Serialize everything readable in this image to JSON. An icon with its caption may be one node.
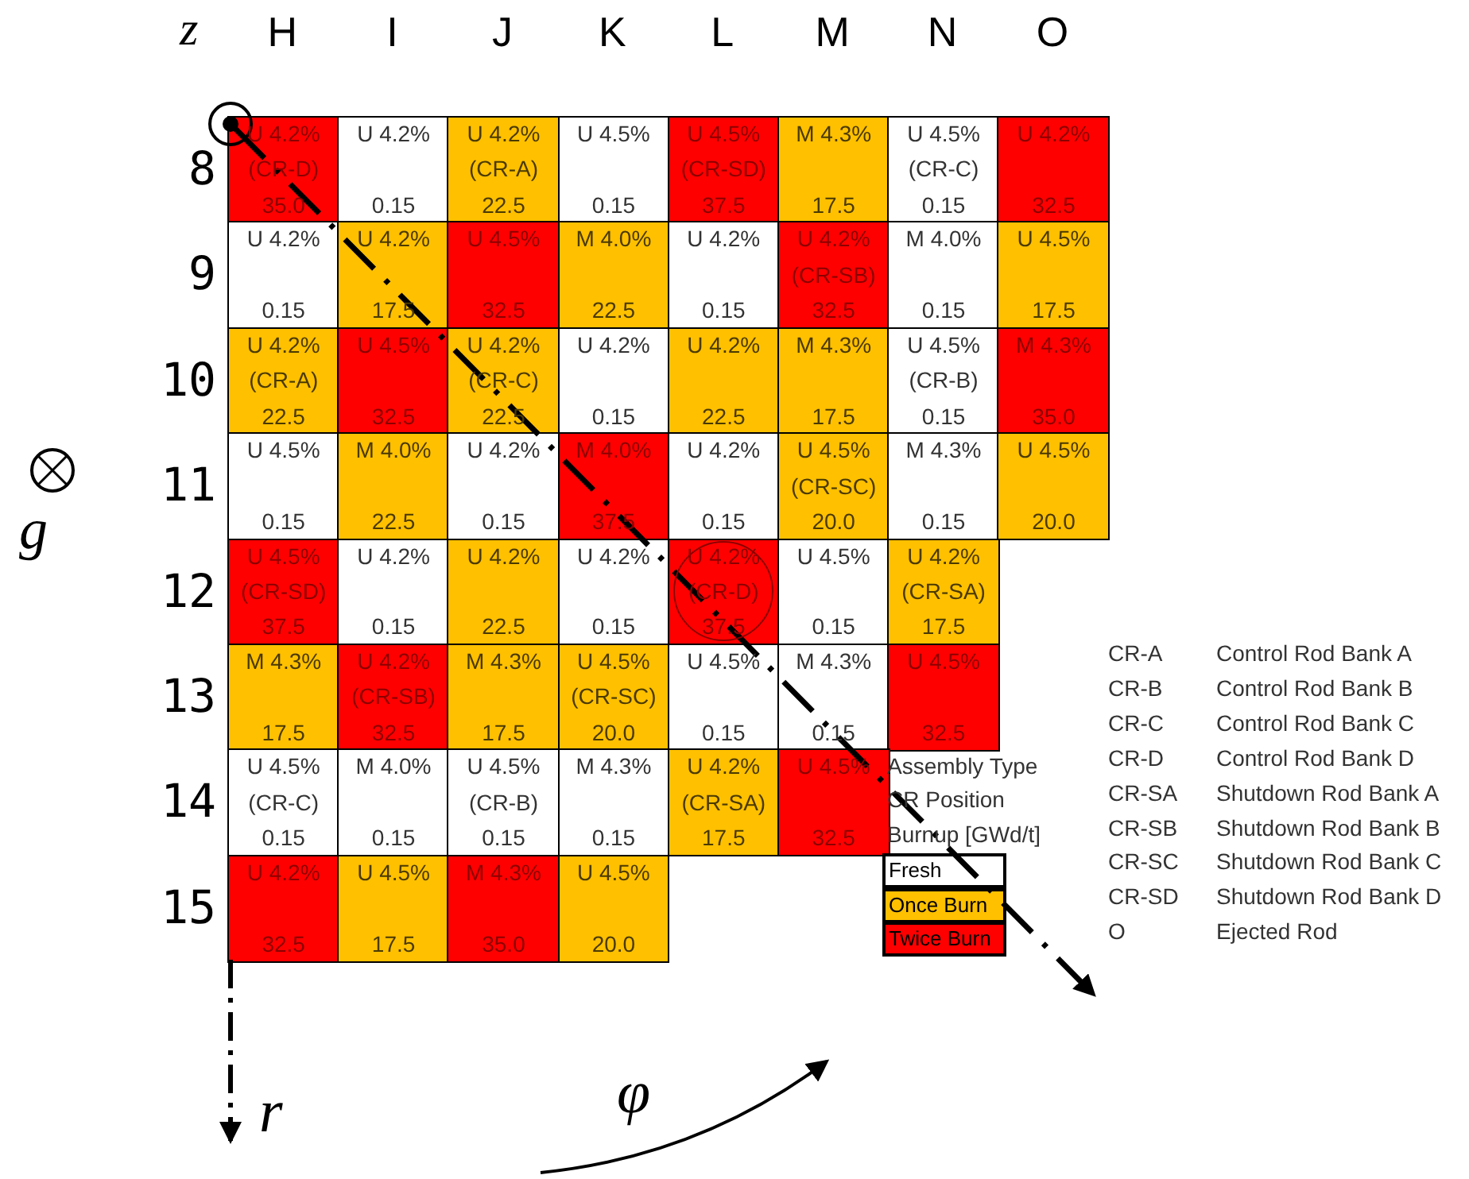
{
  "diagram": {
    "nodes": [
      {
        "text": [
          "U 4.2%",
          "(CR-D)",
          "35.0"
        ]
      },
      {
        "text": [
          "U 4.2%",
          "0.15"
        ]
      },
      {
        "text": [
          "U 4.2%",
          "(CR-A)",
          "22.5"
        ]
      },
      {
        "text": [
          "U 4.5%",
          "0.15"
        ]
      },
      {
        "text": [
          "U 4.5%",
          "(CR-SD)",
          "37.5"
        ]
      },
      {
        "text": [
          "M 4.3%",
          "17.5"
        ]
      },
      {
        "text": [
          "U 4.5%",
          "(CR-C)",
          "0.15"
        ]
      },
      {
        "text": [
          "U 4.2%",
          "32.5"
        ]
      },
      {
        "text": [
          "U 4.2%",
          "0.15"
        ]
      },
      {
        "text": [
          "U 4.2%",
          "17.5"
        ]
      },
      {
        "text": [
          "U 4.5%",
          "32.5"
        ]
      },
      {
        "text": [
          "M 4.0%",
          "22.5"
        ]
      },
      {
        "text": [
          "U 4.2%",
          "0.15"
        ]
      },
      {
        "text": [
          "U 4.2%",
          "(CR-SB)",
          "32.5"
        ]
      },
      {
        "text": [
          "M 4.0%",
          "0.15"
        ]
      },
      {
        "text": [
          "U 4.5%",
          "17.5"
        ]
      },
      {
        "text": [
          "U 4.2%",
          "(CR-A)",
          "22.5"
        ]
      },
      {
        "text": [
          "U 4.5%",
          "32.5"
        ]
      },
      {
        "text": [
          "U 4.2%",
          "(CR-C)",
          "22.5"
        ]
      },
      {
        "text": [
          "U 4.2%",
          "0.15"
        ]
      },
      {
        "text": [
          "U 4.2%",
          "22.5"
        ]
      },
      {
        "text": [
          "M 4.3%",
          "17.5"
        ]
      },
      {
        "text": [
          "U 4.5%",
          "(CR-B)",
          "0.15"
        ]
      },
      {
        "text": [
          "M 4.3%",
          "35.0"
        ]
      },
      {
        "text": [
          "U 4.5%",
          "0.15"
        ]
      },
      {
        "text": [
          "M 4.0%",
          "22.5"
        ]
      },
      {
        "text": [
          "U 4.2%",
          "0.15"
        ]
      },
      {
        "text": [
          "M 4.0%",
          "37.5"
        ]
      },
      {
        "text": [
          "U 4.2%",
          "0.15"
        ]
      },
      {
        "text": [
          "U 4.5%",
          "(CR-SC)",
          "20.0"
        ]
      },
      {
        "text": [
          "M 4.3%",
          "0.15"
        ]
      },
      {
        "text": [
          "U 4.5%",
          "20.0"
        ]
      },
      {
        "text": [
          "U 4.5%",
          "(CR-SD)",
          "37.5"
        ]
      },
      {
        "text": [
          "U 4.2%",
          "0.15"
        ]
      },
      {
        "text": [
          "U 4.2%",
          "22.5"
        ]
      },
      {
        "text": [
          "U 4.2%",
          "0.15"
        ]
      },
      {
        "text": [
          "U 4.2%",
          "(CR-D)",
          "37.5"
        ]
      },
      {
        "text": [
          "U 4.5%",
          "0.15"
        ]
      },
      {
        "text": [
          "U 4.2%",
          "(CR-SA)",
          "17.5"
        ]
      },
      {
        "text": [
          "M 4.3%",
          "17.5"
        ]
      },
      {
        "text": [
          "U 4.2%",
          "(CR-SB)",
          "32.5"
        ]
      },
      {
        "text": [
          "M 4.3%",
          "17.5"
        ]
      },
      {
        "text": [
          "U 4.5%",
          "(CR-SC)",
          "20.0"
        ]
      },
      {
        "text": [
          "U 4.5%",
          "0.15"
        ]
      },
      {
        "text": [
          "M 4.3%",
          "0.15"
        ]
      },
      {
        "text": [
          "U 4.5%",
          "32.5"
        ]
      },
      {
        "text": [
          "U 4.5%",
          "(CR-C)",
          "0.15"
        ]
      },
      {
        "text": [
          "M 4.0%",
          "0.15"
        ]
      },
      {
        "text": [
          "U 4.5%",
          "(CR-B)",
          "0.15"
        ]
      },
      {
        "text": [
          "M 4.3%",
          "0.15"
        ]
      },
      {
        "text": [
          "U 4.2%",
          "(CR-SA)",
          "17.5"
        ]
      },
      {
        "text": [
          "U 4.5%",
          "32.5"
        ]
      },
      {
        "text": [
          "U 4.2%",
          "32.5"
        ]
      },
      {
        "text": [
          "U 4.5%",
          "17.5"
        ]
      },
      {
        "text": [
          "M 4.3%",
          "35.0"
        ]
      },
      {
        "text": [
          "U 4.5%",
          "20.0"
        ]
      }
    ],
    "labels": [
      "z",
      "H",
      "I",
      "J",
      "K",
      "L",
      "M",
      "N",
      "O",
      "8",
      "9",
      "10",
      "11",
      "12",
      "13",
      "14",
      "15",
      "g",
      "Assembly Type",
      "CR Position",
      "Burnup [GWd/t]",
      "CR-A",
      "Control Rod Bank A",
      "CR-B",
      "Control Rod Bank B",
      "CR-C",
      "Control Rod Bank C",
      "CR-D",
      "Control Rod Bank D",
      "CR-SA",
      "Shutdown Rod Bank A",
      "CR-SB",
      "Shutdown Rod Bank B",
      "CR-SC",
      "Shutdown Rod Bank C",
      "CR-SD",
      "Shutdown Rod Bank D",
      "O",
      "Ejected Rod",
      "r",
      "φ"
    ],
    "legend": [
      {
        "text": "Fresh",
        "color": "#ffffff"
      },
      {
        "text": "Once Burn",
        "color": "#ffc000"
      },
      {
        "text": "Twice Burn",
        "color": "#ff0000"
      }
    ]
  }
}
